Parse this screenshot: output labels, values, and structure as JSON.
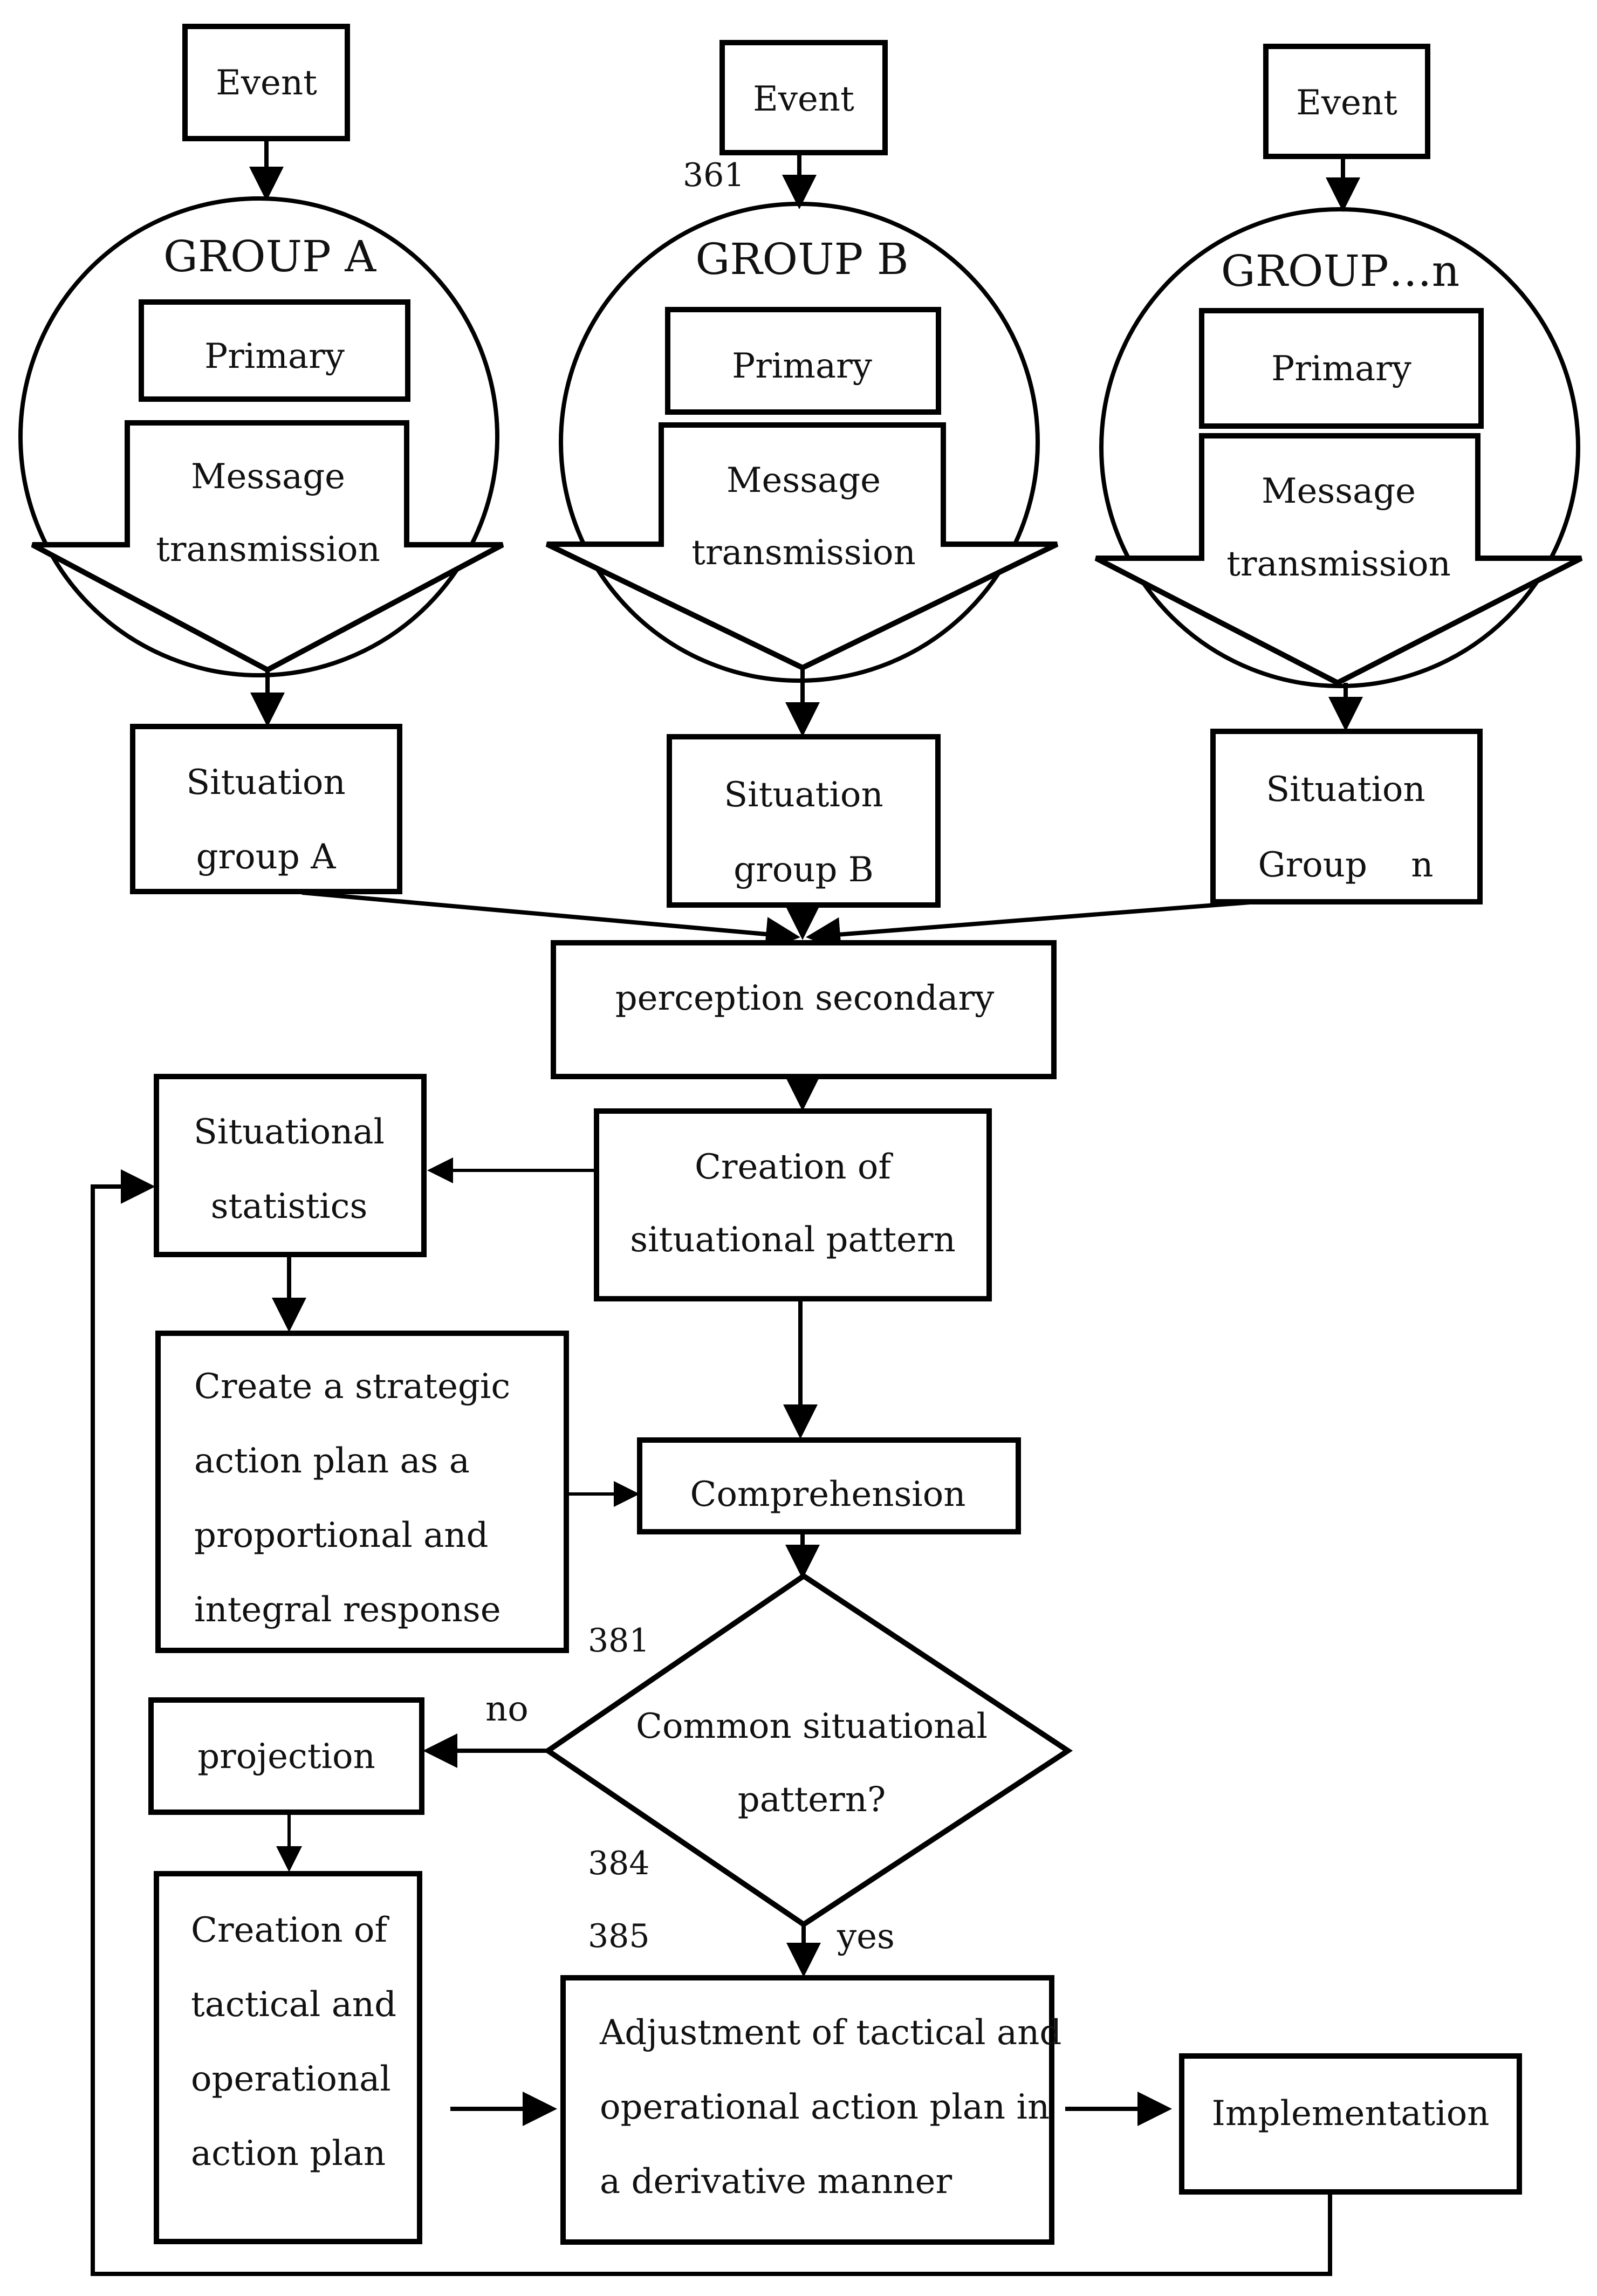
{
  "groups": [
    {
      "event": "Event",
      "title": "GROUP A",
      "primary": "Primary",
      "message": [
        "Message",
        "transmission"
      ],
      "situation": [
        "Situation",
        "group A"
      ]
    },
    {
      "event": "Event",
      "title": "GROUP B",
      "primary": "Primary",
      "message": [
        "Message",
        "transmission"
      ],
      "situation": [
        "Situation",
        "group B"
      ]
    },
    {
      "event": "Event",
      "title": "GROUP…n",
      "primary": "Primary",
      "message": [
        "Message",
        "transmission"
      ],
      "situation": [
        "Situation",
        "Group    n"
      ]
    }
  ],
  "perception": "perception secondary",
  "situational_statistics": [
    "Situational",
    "statistics"
  ],
  "creation_pattern": [
    "Creation of",
    "situational pattern"
  ],
  "strategic_plan": [
    "Create a strategic",
    "action plan as a",
    "proportional and",
    "integral response"
  ],
  "comprehension": "Comprehension",
  "decision": [
    "Common situational",
    "pattern?"
  ],
  "no_label": "no",
  "yes_label": "yes",
  "projection": "projection",
  "tactical_plan": [
    "Creation  of",
    "tactical  and",
    "operational",
    "action plan"
  ],
  "adjustment": [
    "Adjustment of tactical and",
    "operational action plan in",
    "a derivative manner"
  ],
  "implementation": "Implementation",
  "line_numbers": {
    "n361": "361",
    "n381": "381",
    "n384": "384",
    "n385": "385"
  }
}
